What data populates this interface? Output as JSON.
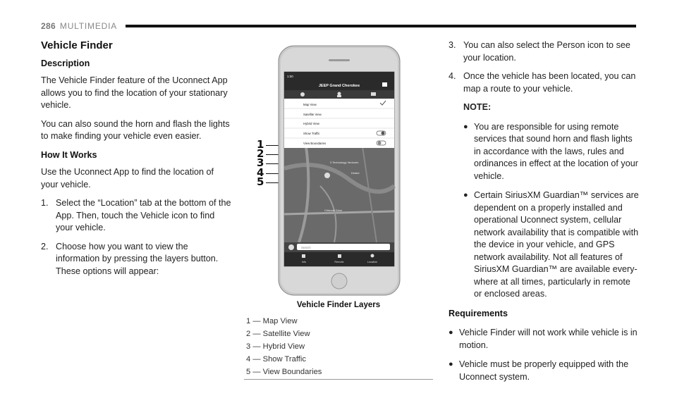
{
  "header": {
    "page_number": "286",
    "section": "MULTIMEDIA"
  },
  "left": {
    "title": "Vehicle Finder",
    "description_heading": "Description",
    "description_p1": "The Vehicle Finder feature of the Uconnect App allows you to find the location of your stationary vehicle.",
    "description_p2": "You can also sound the horn and flash the lights to make finding your vehicle even easier.",
    "how_heading": "How It Works",
    "how_p1": "Use the Uconnect App to find the location of your vehicle.",
    "steps": [
      {
        "num": "1.",
        "text": "Select the “Location” tab at the bottom of the App. Then, touch the Vehicle icon to find your vehicle."
      },
      {
        "num": "2.",
        "text": "Choose how you want to view the information by pressing the layers button. These options will appear:"
      }
    ]
  },
  "figure": {
    "caption": "Vehicle Finder Layers",
    "callouts": [
      "1",
      "2",
      "3",
      "4",
      "5"
    ],
    "legend": [
      "1 — Map View",
      "2 — Satellite View",
      "3 — Hybrid View",
      "4 — Show Traffic",
      "5 — View Boundaries"
    ],
    "phone": {
      "time": "1:00",
      "title": "JEEP Grand Cherokee",
      "menu": [
        "Map View",
        "Satellite View",
        "Hybrid View",
        "Show Traffic",
        "View Boundaries"
      ],
      "map_label_1": "3 Technology Ventures",
      "map_label_2": "Dealer",
      "map_label_3": "Chinook Drive",
      "search_placeholder": "Search",
      "tabs": [
        "Info",
        "Remote",
        "Location"
      ]
    }
  },
  "right": {
    "steps": [
      {
        "num": "3.",
        "text": "You can also select the Person icon to see your location."
      },
      {
        "num": "4.",
        "text": "Once the vehicle has been located, you can map a route to your vehicle."
      }
    ],
    "note_label": "NOTE:",
    "note_bullets": [
      "You are responsible for using remote services that sound horn and flash lights in accordance with the laws, rules and ordinances in effect at the location of your vehicle.",
      "Certain SiriusXM Guardian™ services are dependent on a properly installed and operational Uconnect system, cellular network availability that is compatible with the device in your vehicle, and GPS network availability. Not all features of SiriusXM Guardian™ are available every-where at all times, particularly in remote or enclosed areas."
    ],
    "requirements_heading": "Requirements",
    "requirements": [
      "Vehicle Finder will not work while vehicle is in motion.",
      "Vehicle must be properly equipped with the Uconnect system."
    ],
    "bullet_glyph": "●"
  }
}
